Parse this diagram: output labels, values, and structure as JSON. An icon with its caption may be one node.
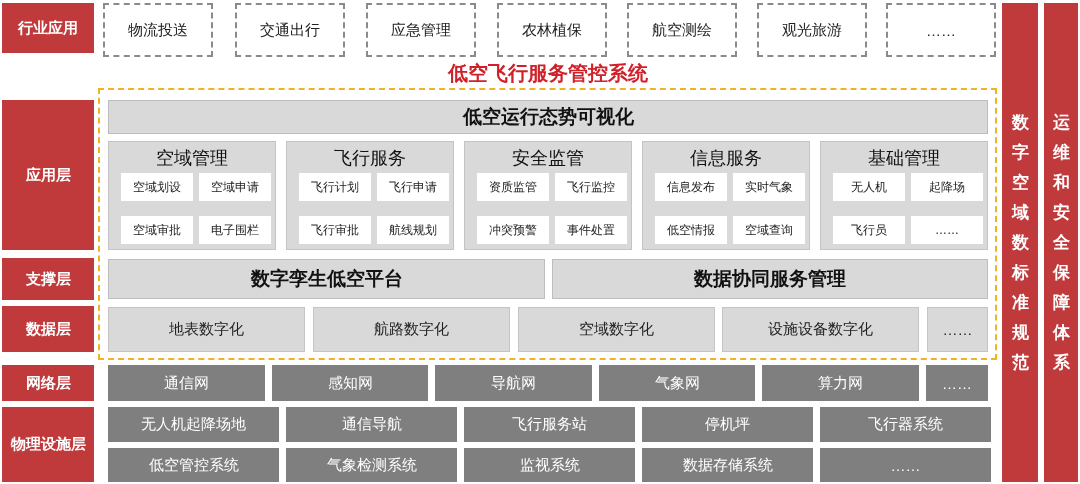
{
  "diagram": {
    "nodes": [
      {
        "text": [
          "行业应用"
        ]
      },
      {
        "text": [
          "物流投送"
        ]
      },
      {
        "text": [
          "交通出行"
        ]
      },
      {
        "text": [
          "应急管理"
        ]
      },
      {
        "text": [
          "农林植保"
        ]
      },
      {
        "text": [
          "航空测绘"
        ]
      },
      {
        "text": [
          "观光旅游"
        ]
      },
      {
        "text": [
          "……"
        ]
      },
      {
        "text": [
          "应用层"
        ]
      },
      {
        "text": [
          "支撑层"
        ]
      },
      {
        "text": [
          "数据层"
        ]
      },
      {
        "text": [
          "网络层"
        ]
      },
      {
        "text": [
          "物理设施层"
        ]
      },
      {
        "text": [
          "数字空域数标准规范"
        ]
      },
      {
        "text": [
          "运维和安全保障体系"
        ]
      },
      {
        "text": [
          "低空飞行服务管控系统"
        ]
      },
      {
        "text": [
          "低空运行态势可视化"
        ],
        "in": 15
      },
      {
        "text": [
          "空域管理"
        ],
        "in": 15
      },
      {
        "text": [
          "空域划设"
        ],
        "in": 17
      },
      {
        "text": [
          "空域申请"
        ],
        "in": 17
      },
      {
        "text": [
          "空域审批"
        ],
        "in": 17
      },
      {
        "text": [
          "电子围栏"
        ],
        "in": 17
      },
      {
        "text": [
          "飞行服务"
        ],
        "in": 15
      },
      {
        "text": [
          "飞行计划"
        ],
        "in": 22
      },
      {
        "text": [
          "飞行申请"
        ],
        "in": 22
      },
      {
        "text": [
          "飞行审批"
        ],
        "in": 22
      },
      {
        "text": [
          "航线规划"
        ],
        "in": 22
      },
      {
        "text": [
          "安全监管"
        ],
        "in": 15
      },
      {
        "text": [
          "资质监管"
        ],
        "in": 27
      },
      {
        "text": [
          "飞行监控"
        ],
        "in": 27
      },
      {
        "text": [
          "冲突预警"
        ],
        "in": 27
      },
      {
        "text": [
          "事件处置"
        ],
        "in": 27
      },
      {
        "text": [
          "信息服务"
        ],
        "in": 15
      },
      {
        "text": [
          "信息发布"
        ],
        "in": 32
      },
      {
        "text": [
          "实时气象"
        ],
        "in": 32
      },
      {
        "text": [
          "低空情报"
        ],
        "in": 32
      },
      {
        "text": [
          "空域查询"
        ],
        "in": 32
      },
      {
        "text": [
          "基础管理"
        ],
        "in": 15
      },
      {
        "text": [
          "无人机"
        ],
        "in": 37
      },
      {
        "text": [
          "起降场"
        ],
        "in": 37
      },
      {
        "text": [
          "飞行员"
        ],
        "in": 37
      },
      {
        "text": [
          "……"
        ],
        "in": 37
      },
      {
        "text": [
          "数字孪生低空平台"
        ],
        "in": 15
      },
      {
        "text": [
          "数据协同服务管理"
        ],
        "in": 15
      },
      {
        "text": [
          "地表数字化"
        ],
        "in": 15
      },
      {
        "text": [
          "航路数字化"
        ],
        "in": 15
      },
      {
        "text": [
          "空域数字化"
        ],
        "in": 15
      },
      {
        "text": [
          "设施设备数字化"
        ],
        "in": 15
      },
      {
        "text": [
          "……"
        ],
        "in": 15
      },
      {
        "text": [
          "通信网"
        ]
      },
      {
        "text": [
          "感知网"
        ]
      },
      {
        "text": [
          "导航网"
        ]
      },
      {
        "text": [
          "气象网"
        ]
      },
      {
        "text": [
          "算力网"
        ]
      },
      {
        "text": [
          "……"
        ]
      },
      {
        "text": [
          "无人机起降场地"
        ]
      },
      {
        "text": [
          "通信导航"
        ]
      },
      {
        "text": [
          "飞行服务站"
        ]
      },
      {
        "text": [
          "停机坪"
        ]
      },
      {
        "text": [
          "飞行器系统"
        ]
      },
      {
        "text": [
          "低空管控系统"
        ]
      },
      {
        "text": [
          "气象检测系统"
        ]
      },
      {
        "text": [
          "监视系统"
        ]
      },
      {
        "text": [
          "数据存储系统"
        ]
      },
      {
        "text": [
          "……"
        ]
      }
    ]
  }
}
